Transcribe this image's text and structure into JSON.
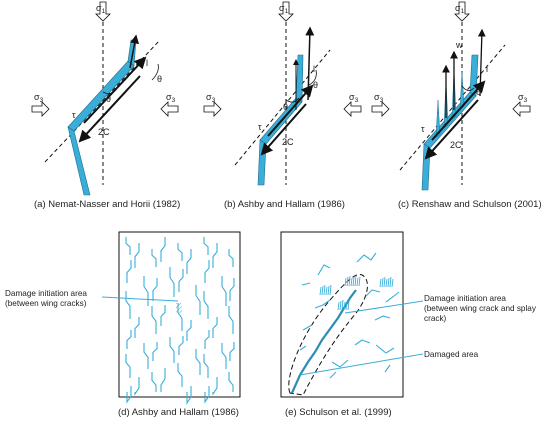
{
  "colors": {
    "crack": "#3aaed8",
    "crack_dark": "#1f6e8e",
    "ink": "#111111",
    "leader": "#3aaed8"
  },
  "symbols": {
    "sigma": "σ",
    "sub1": "1",
    "sub3": "3",
    "tau": "τ",
    "twoC": "2C",
    "theta": "θ",
    "l": "l",
    "w": "w"
  },
  "captions": {
    "a": "(a) Nemat-Nasser and Horii (1982)",
    "b": "(b) Ashby and Hallam (1986)",
    "c": "(c) Renshaw and Schulson (2001)",
    "d": "(d) Ashby and Hallam (1986)",
    "e": "(e) Schulson et al. (1999)"
  },
  "annotations": {
    "d_line1": "Damage initiation area",
    "d_line2": "(between wing cracks)",
    "e_line1": "Damage initiation area",
    "e_line2": "(between wing crack and splay",
    "e_line3": "crack)",
    "e_damaged": "Damaged area"
  }
}
